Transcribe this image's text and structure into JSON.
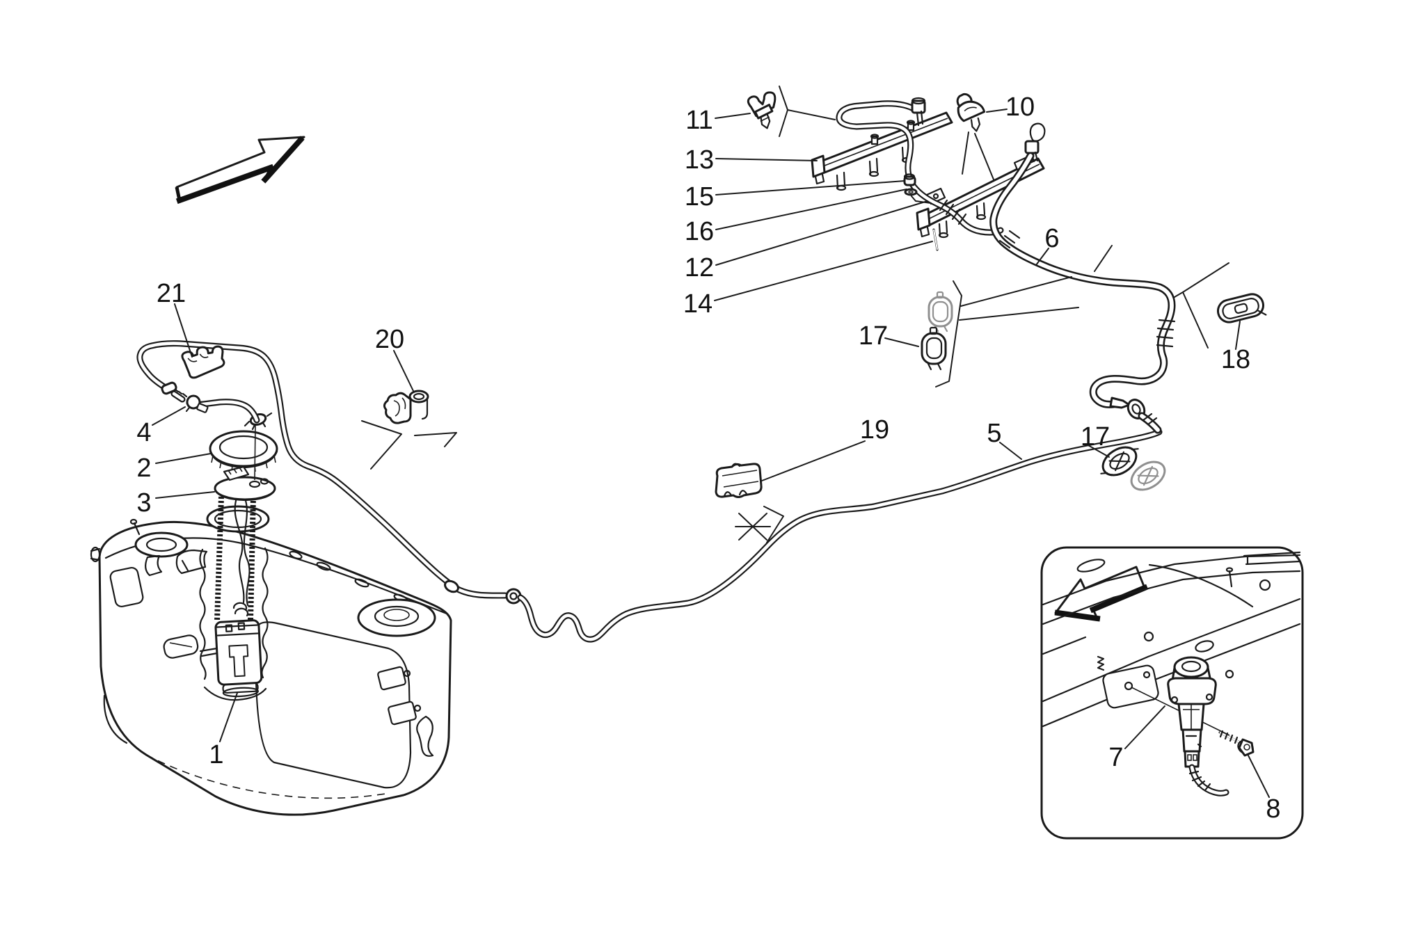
{
  "diagram": {
    "kind": "exploded-parts-line-drawing",
    "subject": "fuel tank, fuel pump and fuel delivery lines with fuel rails",
    "background_color": "#ffffff",
    "line_color": "#1a1a1a",
    "secondary_line_color": "#8f8f8f",
    "orientation_arrows": [
      {
        "name": "vehicle-direction-arrow-main",
        "points": "up-right"
      },
      {
        "name": "vehicle-direction-arrow-inset",
        "points": "down-left"
      }
    ],
    "inset": {
      "present": true,
      "position": "bottom-right",
      "border": "rounded-rectangle"
    }
  },
  "callouts": [
    {
      "id": "1",
      "text": "1"
    },
    {
      "id": "2",
      "text": "2"
    },
    {
      "id": "3",
      "text": "3"
    },
    {
      "id": "4",
      "text": "4"
    },
    {
      "id": "5",
      "text": "5"
    },
    {
      "id": "6",
      "text": "6"
    },
    {
      "id": "7",
      "text": "7"
    },
    {
      "id": "8",
      "text": "8"
    },
    {
      "id": "10",
      "text": "10"
    },
    {
      "id": "11",
      "text": "11"
    },
    {
      "id": "12",
      "text": "12"
    },
    {
      "id": "13",
      "text": "13"
    },
    {
      "id": "14",
      "text": "14"
    },
    {
      "id": "15",
      "text": "15"
    },
    {
      "id": "16",
      "text": "16"
    },
    {
      "id": "17a",
      "text": "17"
    },
    {
      "id": "17b",
      "text": "17"
    },
    {
      "id": "18",
      "text": "18"
    },
    {
      "id": "19",
      "text": "19"
    },
    {
      "id": "20",
      "text": "20"
    },
    {
      "id": "21",
      "text": "21"
    }
  ]
}
